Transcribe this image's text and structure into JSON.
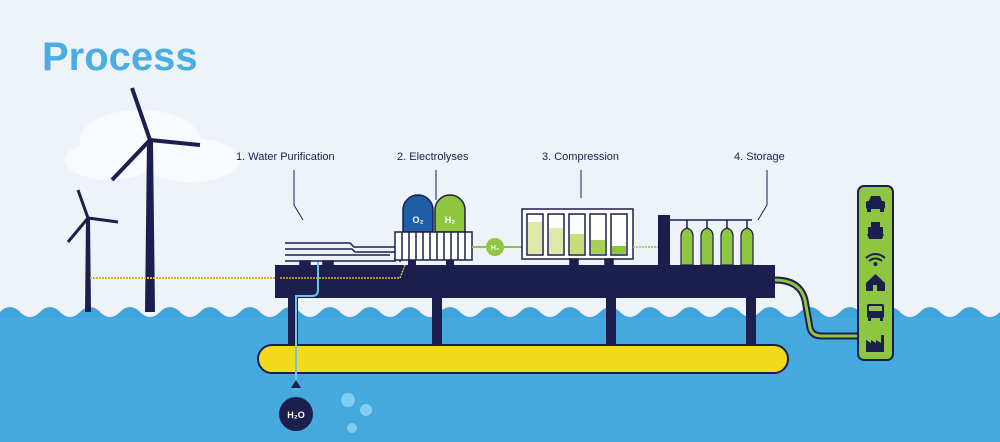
{
  "title": "Process",
  "steps": [
    {
      "label": "1. Water Purification"
    },
    {
      "label": "2. Electrolyses"
    },
    {
      "label": "3. Compression"
    },
    {
      "label": "4. Storage"
    }
  ],
  "chemicals": {
    "oxygen": "O₂",
    "hydrogen": "H₂",
    "hydrogen_line": "H₂",
    "water": "H₂O"
  },
  "end_uses": [
    "car-icon",
    "ship-icon",
    "wifi-icon",
    "house-icon",
    "bus-icon",
    "factory-icon"
  ],
  "colors": {
    "sky": "#eef2f9",
    "sea": "#3fa4dc",
    "navy": "#1c1f4e",
    "green": "#8ec63f",
    "yellow": "#f4da1c",
    "title": "#4aaee0",
    "oxygen": "#1f5fa8"
  }
}
